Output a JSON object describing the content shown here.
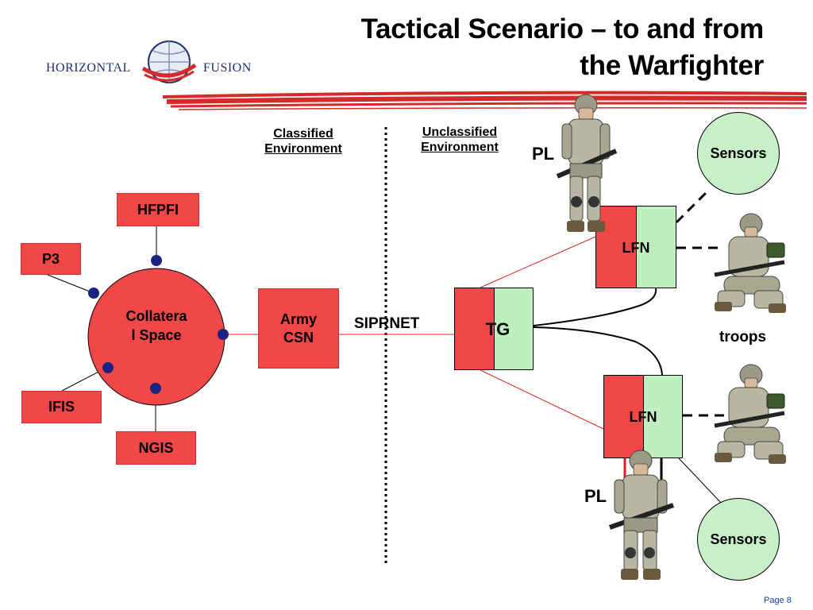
{
  "slide": {
    "title_line1": "Tactical Scenario – to and from",
    "title_line2": "the Warfighter",
    "page": "Page 8"
  },
  "logo": {
    "left_text": "HORIZONTAL",
    "right_text": "FUSION",
    "red": "#d42a2a",
    "navy": "#1e2f6e"
  },
  "environments": {
    "classified_line1": "Classified",
    "classified_line2": "Environment",
    "unclassified_line1": "Unclassified",
    "unclassified_line2": "Environment"
  },
  "nodes": {
    "hfpfi": "HFPFI",
    "p3": "P3",
    "ifis": "IFIS",
    "ngis": "NGIS",
    "collateral_line1": "Collatera",
    "collateral_line2": "l Space",
    "army_line1": "Army",
    "army_line2": "CSN",
    "siprnet": "SIPRNET",
    "tg": "TG",
    "lfn_top": "LFN",
    "lfn_bottom": "LFN",
    "sensors_top": "Sensors",
    "sensors_bottom": "Sensors",
    "troops": "troops",
    "pl_top": "PL",
    "pl_bottom": "PL"
  },
  "colors": {
    "red_box": "#f04848",
    "green_box": "#bfeebf",
    "node_dot": "#1a237e",
    "link_red": "#e02020"
  }
}
